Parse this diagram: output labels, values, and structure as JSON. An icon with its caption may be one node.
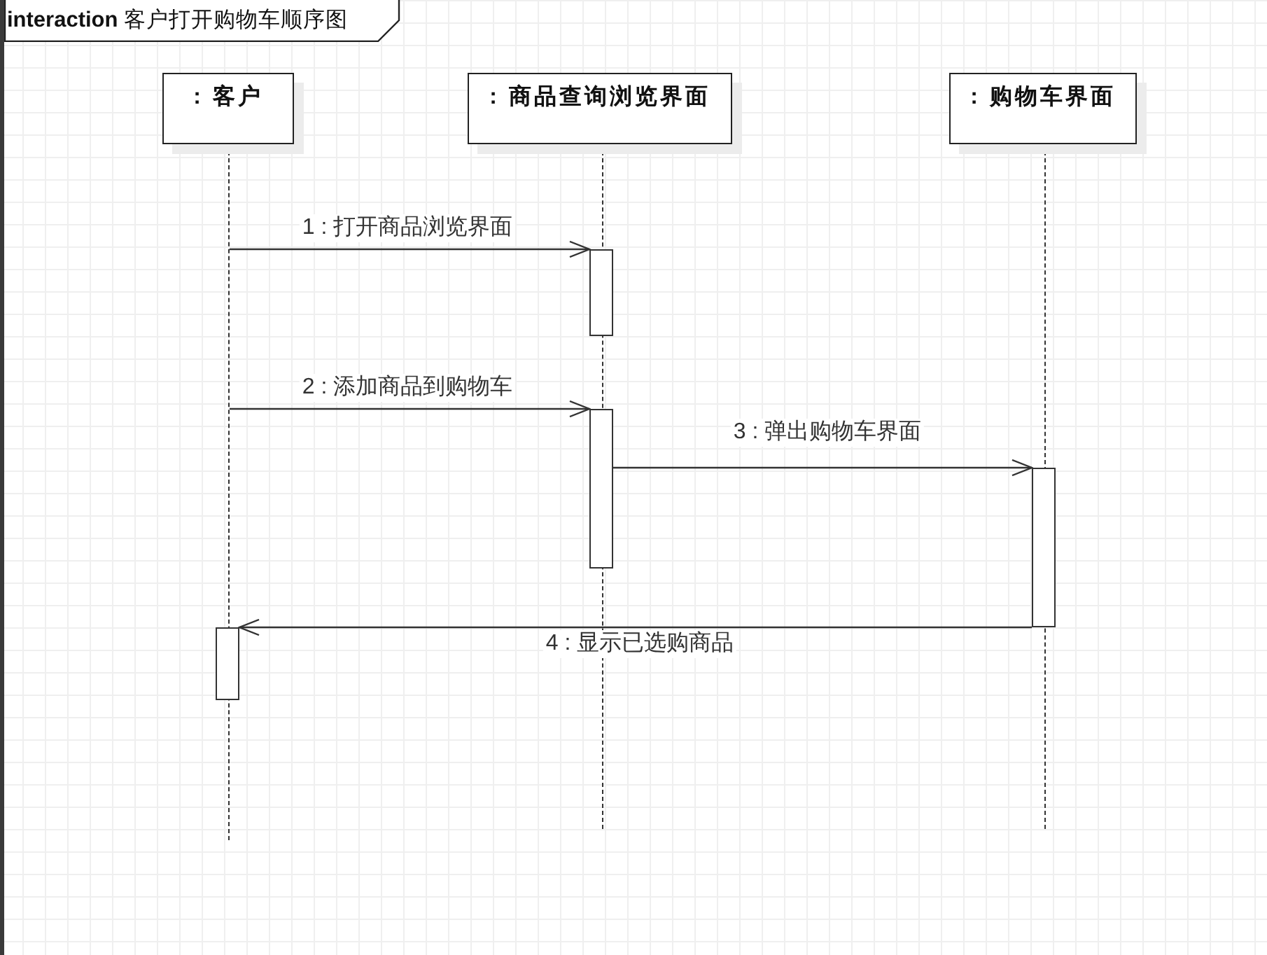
{
  "diagram": {
    "title": "**interaction** 客户打开购物车顺序图",
    "nodes": [
      {
        "text": [
          ": 客户"
        ]
      },
      {
        "text": [
          ": 商品查询浏览界面"
        ]
      },
      {
        "text": [
          ": 购物车界面"
        ]
      },
      {
        "text": [],
        "shape": "line"
      },
      {
        "text": [],
        "shape": "line"
      },
      {
        "text": [],
        "shape": "line"
      },
      {
        "text": [],
        "shape": "bar"
      },
      {
        "text": [],
        "shape": "bar"
      },
      {
        "text": [],
        "shape": "bar"
      },
      {
        "text": [],
        "shape": "bar"
      }
    ],
    "edges": [
      {
        "from": 3,
        "to": 6,
        "arrow": "to",
        "label": "1 : 打开商品浏览界面"
      },
      {
        "from": 3,
        "to": 7,
        "arrow": "to",
        "label": "2 : 添加商品到购物车"
      },
      {
        "from": 7,
        "to": 8,
        "arrow": "to",
        "label": "3 : 弹出购物车界面"
      },
      {
        "from": 8,
        "to": 9,
        "arrow": "to",
        "label": "4 : 显示已选购商品"
      }
    ]
  }
}
